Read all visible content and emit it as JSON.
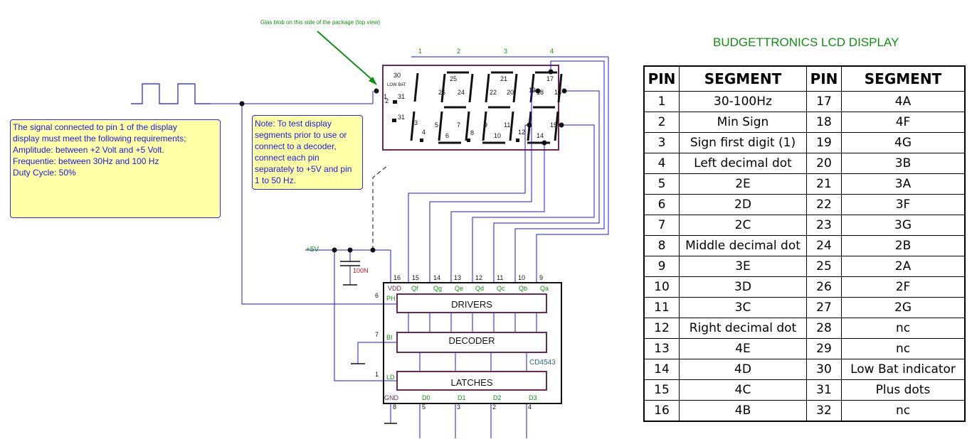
{
  "schematic": {
    "glass_blob_note": "Glas blob on this side of the package (top view)",
    "signal_note": [
      "The signal connected to pin 1 of the display",
      "display must meet the following requirements;",
      "Amplitude: between +2 Volt and +5 Volt.",
      "Frequentie: between 30Hz and 100 Hz",
      "Duty Cycle: 50%"
    ],
    "test_note": [
      "Note: To test display",
      "segments prior to use or",
      "connect to a decoder,",
      "connect each pin",
      "separately to +5V and pin",
      "1 to 50 Hz."
    ],
    "supply_label": "+5V",
    "capacitor_label": "100N",
    "ic_label": "CD4543",
    "blocks": {
      "drivers": "DRIVERS",
      "decoder": "DECODER",
      "latches": "LATCHES"
    },
    "display_top_pins": [
      "1",
      "2",
      "3",
      "4"
    ],
    "display_low_bat": "LOW BAT",
    "display_inner_pins": [
      "30",
      "1",
      "2",
      "31",
      "31",
      "3",
      "4",
      "5",
      "6",
      "7",
      "8",
      "9",
      "10",
      "11",
      "12",
      "13",
      "14",
      "15",
      "16",
      "17",
      "18",
      "20",
      "21",
      "22",
      "24",
      "25",
      "26"
    ],
    "ic_top_pins": [
      "16",
      "15",
      "14",
      "13",
      "12",
      "11",
      "10",
      "9"
    ],
    "ic_top_labels": [
      "VDD",
      "Qf",
      "Qg",
      "Qe",
      "Qd",
      "Qc",
      "Qb",
      "Qa"
    ],
    "ic_left_pins": [
      "6",
      "7",
      "1"
    ],
    "ic_left_labels": [
      "PH",
      "BI",
      "LD"
    ],
    "ic_bottom_labels": [
      "GND",
      "D0",
      "D1",
      "D2",
      "D3"
    ],
    "ic_bottom_pins": [
      "8",
      "5",
      "3",
      "2",
      "4"
    ]
  },
  "table": {
    "title": "BUDGETTRONICS LCD DISPLAY",
    "headers": [
      "PIN",
      "SEGMENT",
      "PIN",
      "SEGMENT"
    ],
    "rows": [
      [
        "1",
        "30-100Hz",
        "17",
        "4A"
      ],
      [
        "2",
        "Min Sign",
        "18",
        "4F"
      ],
      [
        "3",
        "Sign first digit (1)",
        "19",
        "4G"
      ],
      [
        "4",
        "Left decimal dot",
        "20",
        "3B"
      ],
      [
        "5",
        "2E",
        "21",
        "3A"
      ],
      [
        "6",
        "2D",
        "22",
        "3F"
      ],
      [
        "7",
        "2C",
        "23",
        "3G"
      ],
      [
        "8",
        "Middle decimal dot",
        "24",
        "2B"
      ],
      [
        "9",
        "3E",
        "25",
        "2A"
      ],
      [
        "10",
        "3D",
        "26",
        "2F"
      ],
      [
        "11",
        "3C",
        "27",
        "2G"
      ],
      [
        "12",
        "Right decimal dot",
        "28",
        "nc"
      ],
      [
        "13",
        "4E",
        "29",
        "nc"
      ],
      [
        "14",
        "4D",
        "30",
        "Low Bat indicator"
      ],
      [
        "15",
        "4C",
        "31",
        "Plus dots"
      ],
      [
        "16",
        "4B",
        "32",
        "nc"
      ]
    ]
  }
}
